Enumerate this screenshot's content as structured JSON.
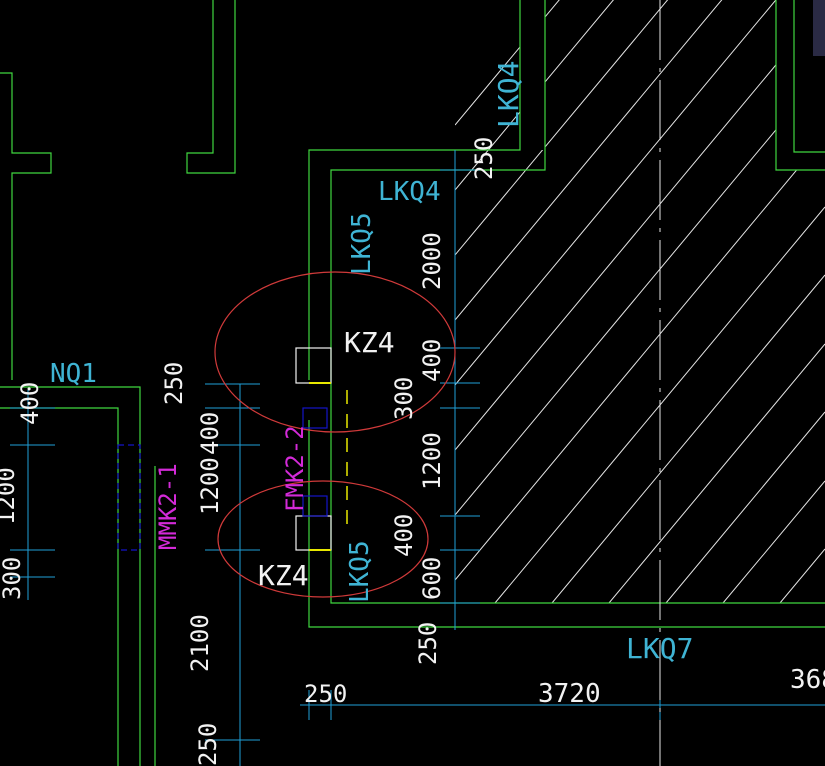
{
  "colors": {
    "background": "#000000",
    "wall_green": "#3fd63f",
    "dimension_cyan": "#1f9fd8",
    "label_cyan": "#3fb4d4",
    "column_white": "#f2f2f2",
    "magenta": "#d32ad8",
    "hatch_white": "#e6e6e6",
    "circle_red": "#d03a3a",
    "yellow": "#e8e800",
    "blue": "#1414c8"
  },
  "labels": {
    "lkq4_top": "LKQ4",
    "lkq4_mid": "LKQ4",
    "lkq5_top": "LKQ5",
    "lkq5_bottom": "LKQ5",
    "lkq7": "LKQ7",
    "nq1": "NQ1",
    "kz4_top": "KZ4",
    "kz4_bottom": "KZ4",
    "fmk": "FMK2-2",
    "mmk": "MMK2-1"
  },
  "dimensions": {
    "d250_a": "250",
    "d2000": "2000",
    "d400_a": "400",
    "d300_a": "300",
    "d1200_a": "1200",
    "d400_b": "400",
    "d600": "600",
    "d250_b": "250",
    "d250_c": "250",
    "d400_c": "400",
    "d1200_b": "1200",
    "d2100": "2100",
    "d250_d": "250",
    "d400_d": "400",
    "d1200_c": "1200",
    "d300_b": "300",
    "d250_e": "250",
    "d3720": "3720",
    "d368": "368"
  }
}
